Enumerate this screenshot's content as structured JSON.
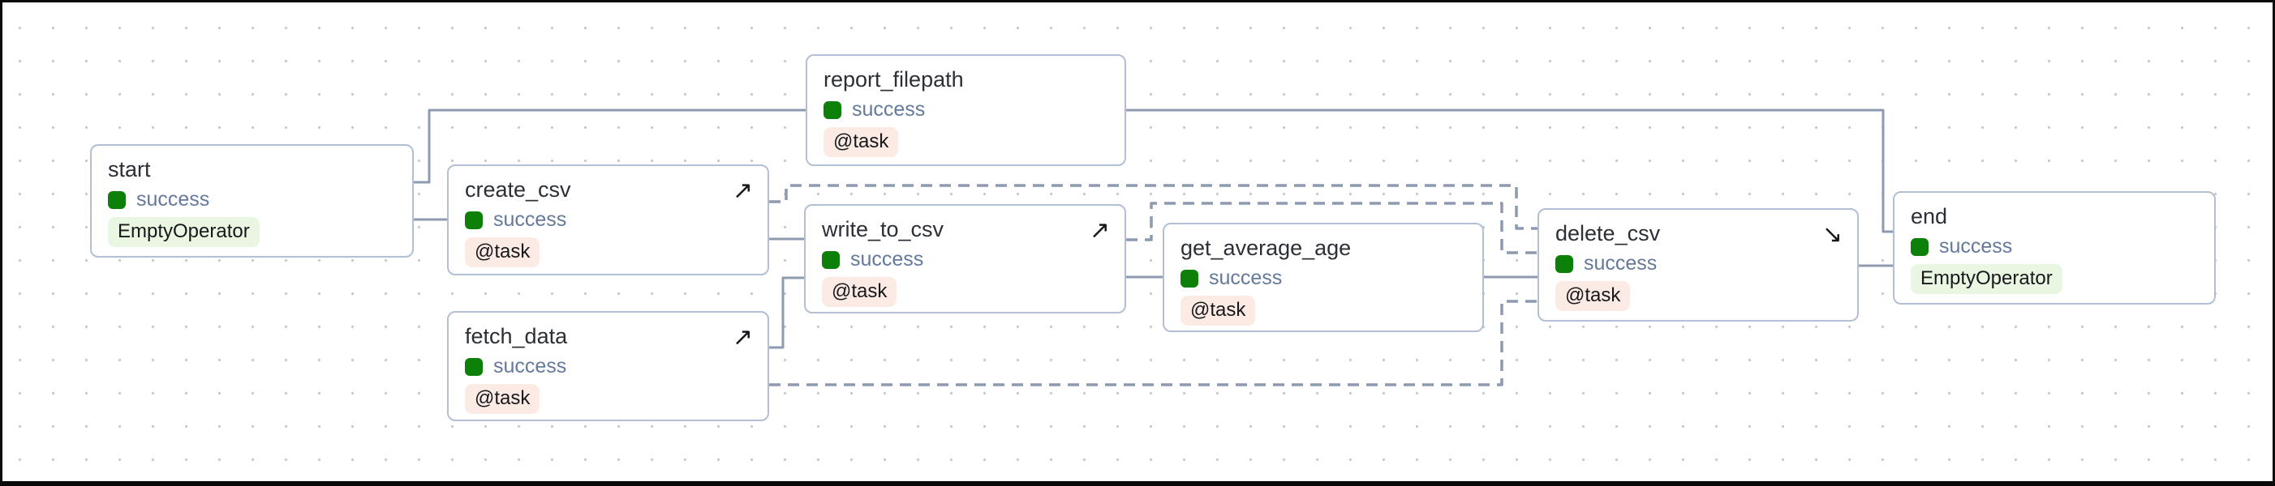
{
  "diagram": {
    "kind": "airflow-dag-graph",
    "colors": {
      "edge": "#8d9ab0",
      "node_border": "#b2bfd4",
      "node_background": "#ffffff",
      "success_green": "#0c8009",
      "status_text": "#64799b",
      "task_badge_background": "#fcebe5",
      "operator_badge_background": "#e9f6e2",
      "canvas_background": "#ffffff",
      "grid_dot": "#c6c9cd"
    },
    "nodes": [
      {
        "id": "start",
        "title": "start",
        "status": "success",
        "badge": "EmptyOperator",
        "badge_type": "operator",
        "icon": null
      },
      {
        "id": "create_csv",
        "title": "create_csv",
        "status": "success",
        "badge": "@task",
        "badge_type": "task",
        "icon": "setup-arrow"
      },
      {
        "id": "fetch_data",
        "title": "fetch_data",
        "status": "success",
        "badge": "@task",
        "badge_type": "task",
        "icon": "setup-arrow"
      },
      {
        "id": "report_filepath",
        "title": "report_filepath",
        "status": "success",
        "badge": "@task",
        "badge_type": "task",
        "icon": null
      },
      {
        "id": "write_to_csv",
        "title": "write_to_csv",
        "status": "success",
        "badge": "@task",
        "badge_type": "task",
        "icon": "setup-arrow"
      },
      {
        "id": "get_average_age",
        "title": "get_average_age",
        "status": "success",
        "badge": "@task",
        "badge_type": "task",
        "icon": null
      },
      {
        "id": "delete_csv",
        "title": "delete_csv",
        "status": "success",
        "badge": "@task",
        "badge_type": "task",
        "icon": "teardown-arrow"
      },
      {
        "id": "end",
        "title": "end",
        "status": "success",
        "badge": "EmptyOperator",
        "badge_type": "operator",
        "icon": null
      }
    ],
    "edges": [
      {
        "from": "start",
        "to": "report_filepath",
        "style": "solid"
      },
      {
        "from": "start",
        "to": "create_csv",
        "style": "solid"
      },
      {
        "from": "create_csv",
        "to": "write_to_csv",
        "style": "solid"
      },
      {
        "from": "fetch_data",
        "to": "write_to_csv",
        "style": "solid"
      },
      {
        "from": "write_to_csv",
        "to": "get_average_age",
        "style": "solid"
      },
      {
        "from": "get_average_age",
        "to": "delete_csv",
        "style": "solid"
      },
      {
        "from": "delete_csv",
        "to": "end",
        "style": "solid"
      },
      {
        "from": "report_filepath",
        "to": "end",
        "style": "solid"
      },
      {
        "from": "create_csv",
        "to": "delete_csv",
        "style": "dashed"
      },
      {
        "from": "write_to_csv",
        "to": "delete_csv",
        "style": "dashed"
      },
      {
        "from": "fetch_data",
        "to": "delete_csv",
        "style": "dashed"
      }
    ]
  }
}
